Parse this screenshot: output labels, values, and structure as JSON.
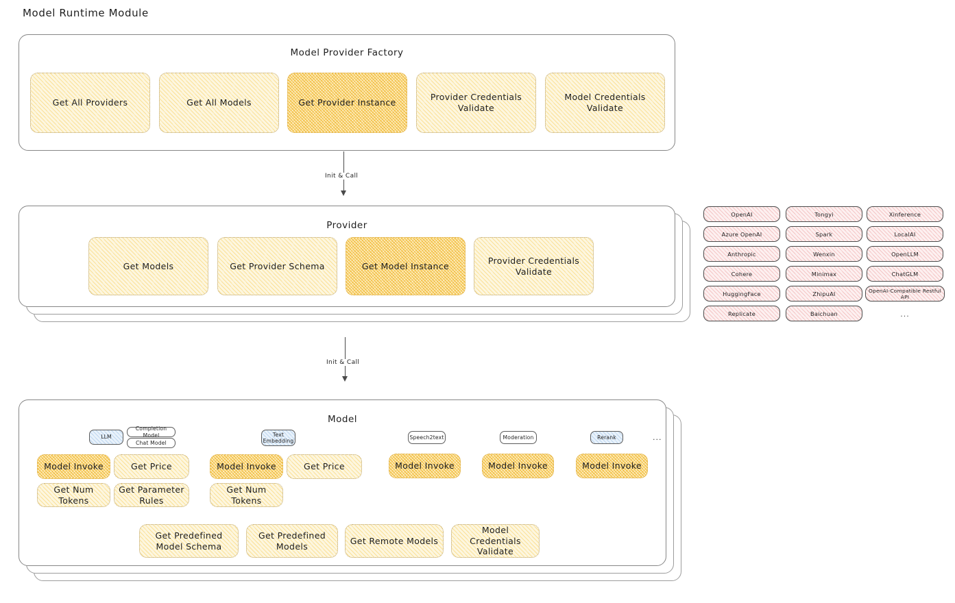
{
  "page": {
    "title": "Model Runtime Module"
  },
  "arrows": [
    {
      "label": "Init & Call"
    },
    {
      "label": "Init & Call"
    }
  ],
  "factory": {
    "title": "Model Provider Factory",
    "nodes": [
      {
        "label": "Get All Providers",
        "highlight": false
      },
      {
        "label": "Get All Models",
        "highlight": false
      },
      {
        "label": "Get Provider Instance",
        "highlight": true
      },
      {
        "label": "Provider Credentials Validate",
        "highlight": false
      },
      {
        "label": "Model Credentials Validate",
        "highlight": false
      }
    ]
  },
  "provider": {
    "title": "Provider",
    "nodes": [
      {
        "label": "Get Models",
        "highlight": false
      },
      {
        "label": "Get Provider Schema",
        "highlight": false
      },
      {
        "label": "Get Model Instance",
        "highlight": true
      },
      {
        "label": "Provider Credentials Validate",
        "highlight": false
      }
    ]
  },
  "provider_list": {
    "columns": [
      [
        "OpenAI",
        "Azure OpenAI",
        "Anthropic",
        "Cohere",
        "HuggingFace",
        "Replicate"
      ],
      [
        "Tongyi",
        "Spark",
        "Wenxin",
        "Minimax",
        "ZhipuAI",
        "Baichuan"
      ],
      [
        "Xinference",
        "LocalAI",
        "OpenLLM",
        "ChatGLM",
        "OpenAI-Compatible Restful API"
      ]
    ],
    "more": "..."
  },
  "model": {
    "title": "Model",
    "more": "...",
    "types": [
      {
        "badge": "LLM",
        "badge_color": "blue",
        "sub_badges": [
          "Completion Model",
          "Chat Model"
        ],
        "actions": [
          {
            "label": "Model Invoke",
            "highlight": true
          },
          {
            "label": "Get Price",
            "highlight": false
          },
          {
            "label": "Get Num Tokens",
            "highlight": false
          },
          {
            "label": "Get Parameter Rules",
            "highlight": false
          }
        ]
      },
      {
        "badge": "Text Embedding",
        "badge_color": "blue",
        "sub_badges": [],
        "actions": [
          {
            "label": "Model Invoke",
            "highlight": true
          },
          {
            "label": "Get Price",
            "highlight": false
          },
          {
            "label": "Get Num Tokens",
            "highlight": false
          }
        ]
      },
      {
        "badge": "Speech2text",
        "badge_color": "white",
        "sub_badges": [],
        "actions": [
          {
            "label": "Model Invoke",
            "highlight": true
          }
        ]
      },
      {
        "badge": "Moderation",
        "badge_color": "white",
        "sub_badges": [],
        "actions": [
          {
            "label": "Model Invoke",
            "highlight": true
          }
        ]
      },
      {
        "badge": "Rerank",
        "badge_color": "blue",
        "sub_badges": [],
        "actions": [
          {
            "label": "Model Invoke",
            "highlight": true
          }
        ]
      }
    ],
    "common_actions": [
      {
        "label": "Get Predefined Model Schema"
      },
      {
        "label": "Get Predefined Models"
      },
      {
        "label": "Get Remote Models"
      },
      {
        "label": "Model Credentials Validate"
      }
    ]
  }
}
